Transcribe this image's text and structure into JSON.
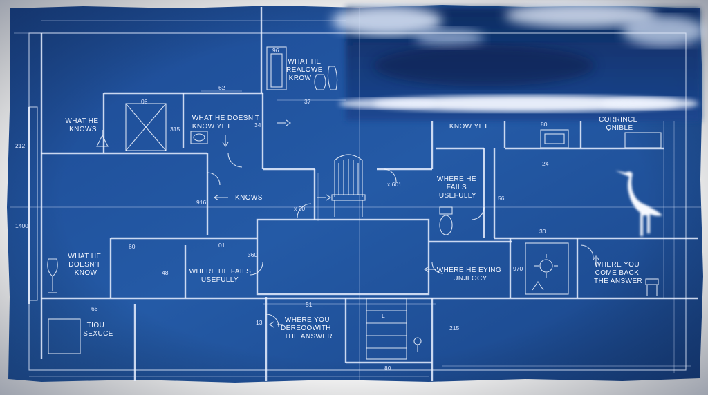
{
  "labels": {
    "what_he_realowe_know": [
      "WHAT HE",
      "REALOWE",
      "KROW"
    ],
    "what_he_knows": [
      "WHAT HE",
      "KNOWS"
    ],
    "what_he_doesnt_know_yet": [
      "WHAT HE DOESN'T",
      "KNOW YET"
    ],
    "knows": "KNOWS",
    "know_yet_right": "KNOW YET",
    "corrince_qnible": [
      "CORRINCE",
      "QNIBLE"
    ],
    "where_he_fails_usefully_right": [
      "WHERE HE",
      "FAILS",
      "USEFULLY"
    ],
    "what_he_doesnt_know": [
      "WHAT HE",
      "DOESN'T",
      "KNOW"
    ],
    "where_he_fails_usefully_center": [
      "WHERE HE FAILS",
      "USEFULLY"
    ],
    "where_he_eying_unjlocy": [
      "WHERE HE EYING",
      "UNJLOCY"
    ],
    "where_you_come_back": [
      "WHERE YOU",
      "COME BACK",
      "THE ANSWER"
    ],
    "tiou_sexuce": [
      "TIOU",
      "SEXUCE"
    ],
    "where_you_dereoowith": [
      "WHERE YOU",
      "DEREOOWITH",
      "THE ANSWER"
    ]
  },
  "dimensions": {
    "d96": "96",
    "d62": "62",
    "d37": "37",
    "d06": "06",
    "d315": "315",
    "d34": "34",
    "d212": "212",
    "d916": "916",
    "d1400": "1400",
    "d601": "x 601",
    "d50": "x 50",
    "d80a": "80",
    "d24": "24",
    "d56": "56",
    "d30": "30",
    "d60": "60",
    "d01": "01",
    "d360": "360",
    "d48": "48",
    "d970": "970",
    "d66": "66",
    "d51": "51",
    "d13": "13",
    "d215": "215",
    "d80b": "80",
    "dL": "L"
  }
}
